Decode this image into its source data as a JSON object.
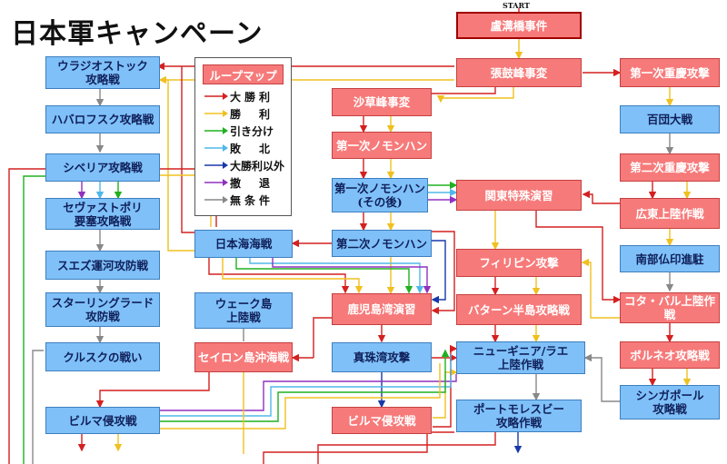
{
  "title": "日本軍キャンペーン",
  "start_label": "START",
  "legend": {
    "title": "ループマップ",
    "items": [
      {
        "label": "大勝利",
        "color": "#d42020"
      },
      {
        "label": "勝　利",
        "color": "#f0c020"
      },
      {
        "label": "引き分け",
        "color": "#20b020"
      },
      {
        "label": "敗　北",
        "color": "#50b8e8"
      },
      {
        "label": "大勝利以外",
        "color": "#1838a8"
      },
      {
        "label": "撤　退",
        "color": "#9030c0"
      },
      {
        "label": "無条件",
        "color": "#888888"
      }
    ]
  },
  "nodes": [
    {
      "id": "rokokyo",
      "label": "盧溝橋事件",
      "style": "pink"
    },
    {
      "id": "chokoho",
      "label": "張鼓峰事変",
      "style": "pink"
    },
    {
      "id": "jukei1",
      "label": "第一次重慶攻撃",
      "style": "pink"
    },
    {
      "id": "sasoho",
      "label": "沙草峰事変",
      "style": "pink"
    },
    {
      "id": "hyakudan",
      "label": "百団大戦",
      "style": "blue"
    },
    {
      "id": "nomonhan1",
      "label": "第一次ノモンハン",
      "style": "pink"
    },
    {
      "id": "jukei2",
      "label": "第二次重慶攻撃",
      "style": "pink"
    },
    {
      "id": "nomonhan1b",
      "label": "第一次ノモンハン\n(その後)",
      "style": "blue"
    },
    {
      "id": "kantoku",
      "label": "関東特殊演習",
      "style": "pink"
    },
    {
      "id": "canton",
      "label": "広東上陸作戦",
      "style": "pink"
    },
    {
      "id": "nomonhan2",
      "label": "第二次ノモンハン",
      "style": "blue"
    },
    {
      "id": "philippine",
      "label": "フィリピン攻撃",
      "style": "pink"
    },
    {
      "id": "nanbu",
      "label": "南部仏印進駐",
      "style": "blue"
    },
    {
      "id": "nihonkai",
      "label": "日本海海戦",
      "style": "blue"
    },
    {
      "id": "kagoshima",
      "label": "鹿児島湾演習",
      "style": "pink"
    },
    {
      "id": "bataan",
      "label": "バターン半島攻略戦",
      "style": "pink"
    },
    {
      "id": "kotabaru",
      "label": "コタ・バル上陸作戦",
      "style": "pink"
    },
    {
      "id": "wake",
      "label": "ウェーク島\n上陸戦",
      "style": "blue"
    },
    {
      "id": "ceylon",
      "label": "セイロン島沖海戦",
      "style": "pink"
    },
    {
      "id": "pearl",
      "label": "真珠湾攻撃",
      "style": "blue"
    },
    {
      "id": "newguinea",
      "label": "ニューギニア/ラエ\n上陸作戦",
      "style": "blue"
    },
    {
      "id": "borneo",
      "label": "ボルネオ攻略戦",
      "style": "pink"
    },
    {
      "id": "singapore",
      "label": "シンガポール\n攻略戦",
      "style": "blue"
    },
    {
      "id": "portmoresby",
      "label": "ポートモレスビー\n攻略作戦",
      "style": "blue"
    },
    {
      "id": "burma_pink",
      "label": "ビルマ侵攻戦",
      "style": "pink"
    },
    {
      "id": "vladivostok",
      "label": "ウラジオストック\n攻略戦",
      "style": "blue"
    },
    {
      "id": "khabarovsk",
      "label": "ハバロフスク攻略戦",
      "style": "blue"
    },
    {
      "id": "siberia",
      "label": "シベリア攻略戦",
      "style": "blue"
    },
    {
      "id": "sevastopol",
      "label": "セヴァストポリ\n要塞攻略戦",
      "style": "blue"
    },
    {
      "id": "suez",
      "label": "スエズ運河攻防戦",
      "style": "blue"
    },
    {
      "id": "stalingrad",
      "label": "スターリングラード\n攻防戦",
      "style": "blue"
    },
    {
      "id": "kursk",
      "label": "クルスクの戦い",
      "style": "blue"
    },
    {
      "id": "burma_blue",
      "label": "ビルマ侵攻戦",
      "style": "blue"
    }
  ]
}
